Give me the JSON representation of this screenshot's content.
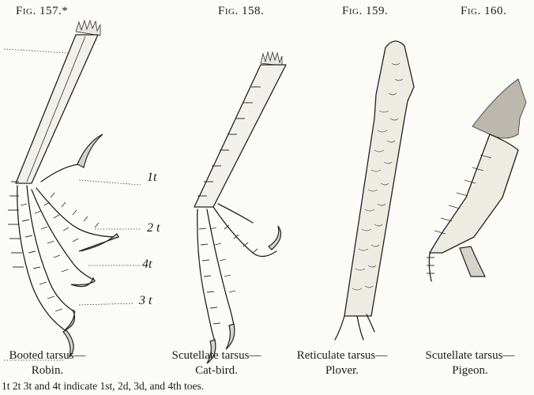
{
  "figures": [
    {
      "label": "Fig. 157.*",
      "caption_line1": "Booted tarsus—",
      "caption_line2": "Robin."
    },
    {
      "label": "Fig. 158.",
      "caption_line1": "Scutellate tarsus—",
      "caption_line2": "Cat-bird."
    },
    {
      "label": "Fig. 159.",
      "caption_line1": "Reticulate tarsus—",
      "caption_line2": "Plover."
    },
    {
      "label": "Fig. 160.",
      "caption_line1": "Scutellate tarsus—",
      "caption_line2": "Pigeon."
    }
  ],
  "toe_labels": {
    "t1": "1t",
    "t2": "2 t",
    "t4": "4t",
    "t3": "3 t"
  },
  "footnote": "1t 2t 3t and 4t indicate 1st, 2d, 3d, and 4th toes."
}
